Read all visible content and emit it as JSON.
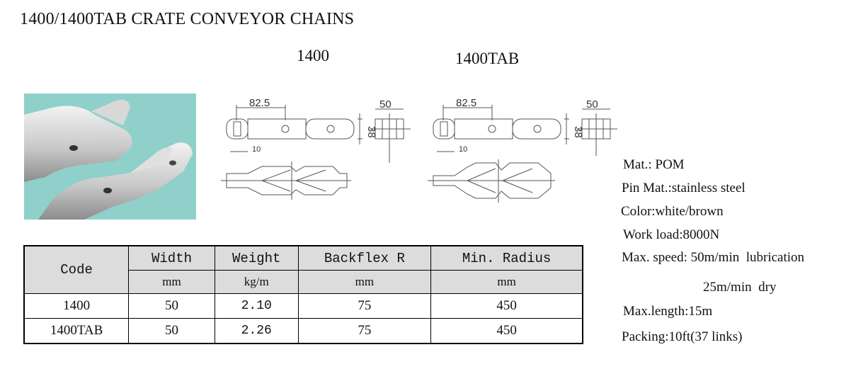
{
  "title": "1400/1400TAB CRATE CONVEYOR CHAINS",
  "subtitles": [
    "1400",
    "1400TAB"
  ],
  "drawing": {
    "dim_pitch": "82.5",
    "dim_width": "50",
    "dim_height": "38",
    "dim_offset": "10"
  },
  "table": {
    "header": {
      "code": "Code",
      "width": "Width",
      "weight": "Weight",
      "backflex": "Backflex R",
      "radius": "Min. Radius"
    },
    "units": {
      "width": "mm",
      "weight": "kg/m",
      "backflex": "mm",
      "radius": "mm"
    },
    "rows": [
      {
        "code": "1400",
        "width": "50",
        "weight": "2.10",
        "backflex": "75",
        "radius": "450"
      },
      {
        "code": "1400TAB",
        "width": "50",
        "weight": "2.26",
        "backflex": "75",
        "radius": "450"
      }
    ]
  },
  "properties": {
    "material": "Mat.: POM",
    "pin": "Pin Mat.:stainless steel",
    "color": "Color:white/brown",
    "work_load": "Work load:8000N",
    "speed": "Max. speed: 50m/min  lubrication",
    "speed_dry": "25m/min  dry",
    "max_length": "Max.length:15m",
    "packing": "Packing:10ft(37 links)"
  }
}
